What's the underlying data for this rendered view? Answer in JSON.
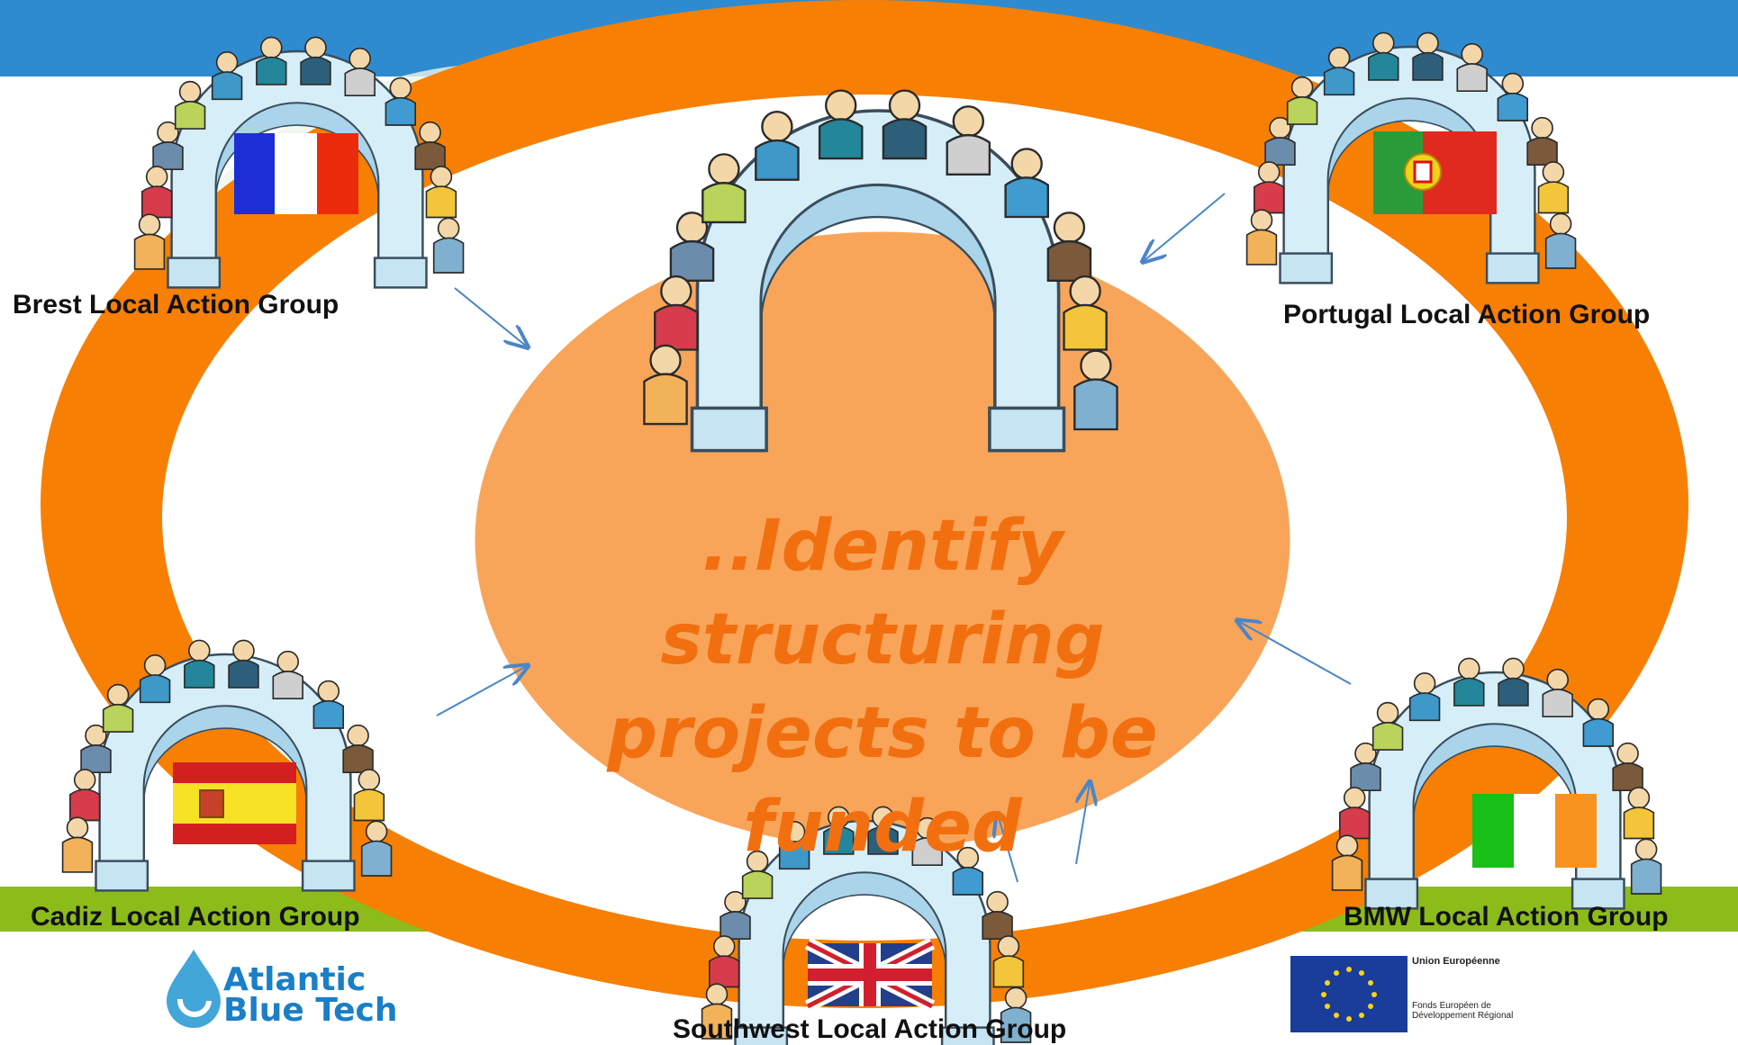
{
  "colors": {
    "top_bar": "#2e8bd0",
    "ring": "#f77f04",
    "center": "#f8a55a",
    "green_band": "#8cbc1a",
    "title_text": "#f26f10",
    "arrow": "#4a86c8"
  },
  "center_text": {
    "line1": "..Identify structuring",
    "line2": "projects to be funded"
  },
  "groups": {
    "brest": {
      "label": "Brest Local Action Group",
      "flag": "france"
    },
    "portugal": {
      "label": "Portugal Local Action Group",
      "flag": "portugal"
    },
    "cadiz": {
      "label": "Cadiz Local  Action Group",
      "flag": "spain"
    },
    "bmw": {
      "label": "BMW Local Action Group",
      "flag": "ireland"
    },
    "southwest": {
      "label": "Southwest Local Action Group",
      "flag": "united-kingdom"
    }
  },
  "logos": {
    "atlantic": {
      "line1": "Atlantic",
      "line2": "Blue Tech",
      "icon": "water-drop-icon"
    },
    "eu": {
      "line1": "Union Européenne",
      "line2": "Fonds Européen de",
      "line3": "Développement Régional",
      "icon": "eu-flag-icon"
    }
  }
}
